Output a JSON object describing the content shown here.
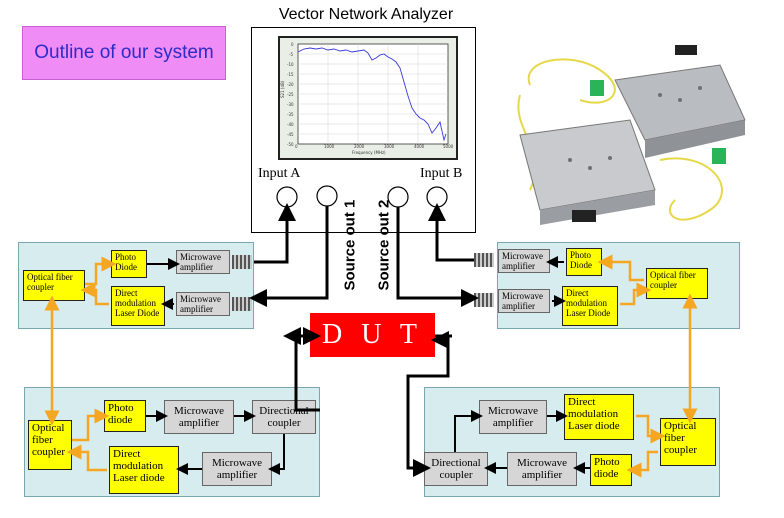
{
  "title": "Outline of our system",
  "vna": {
    "title": "Vector Network Analyzer",
    "input_a": "Input A",
    "input_b": "Input B",
    "source_out_1": "Source out 1",
    "source_out_2": "Source out 2",
    "screen": {
      "x_label": "Frequency (MHz)",
      "y_label": "S21 (dB)",
      "x_ticks": [
        "0",
        "1000",
        "2000",
        "3000",
        "4000",
        "5000"
      ],
      "y_ticks": [
        "0",
        "-5",
        "-10",
        "-15",
        "-20",
        "-25",
        "-30",
        "-35",
        "-40",
        "-45",
        "-50"
      ]
    }
  },
  "dut": "D U T",
  "top_left": {
    "photo_diode": "Photo Diode",
    "laser": "Direct modulation Laser Diode",
    "mw1": "Microwave amplifier",
    "mw2": "Microwave amplifier",
    "coupler": "Optical fiber coupler"
  },
  "top_right": {
    "photo_diode": "Photo Diode",
    "laser": "Direct modulation Laser Diode",
    "mw1": "Microwave amplifier",
    "mw2": "Microwave amplifier",
    "coupler": "Optical fiber coupler"
  },
  "bottom_left": {
    "coupler": "Optical fiber coupler",
    "photo_diode": "Photo diode",
    "laser": "Direct modulation Laser diode",
    "mw1": "Microwave amplifier",
    "mw2": "Microwave amplifier",
    "directional": "Directional coupler"
  },
  "bottom_right": {
    "coupler": "Optical fiber coupler",
    "photo_diode": "Photo diode",
    "laser": "Direct modulation Laser diode",
    "mw1": "Microwave amplifier",
    "mw2": "Microwave amplifier",
    "directional": "Directional coupler"
  },
  "colors": {
    "title_bg": "#f08cf5",
    "title_text": "#2c2cc8",
    "panel": "#d6ecee",
    "module": "#ffff00",
    "amplifier": "#d6d6d6",
    "optical_arrow": "#f5a623",
    "dut": "#ff0000"
  },
  "photo_caption": "photo of two optical transmission modules with yellow fibers",
  "icons": [
    "connector-icon",
    "port-icon"
  ]
}
